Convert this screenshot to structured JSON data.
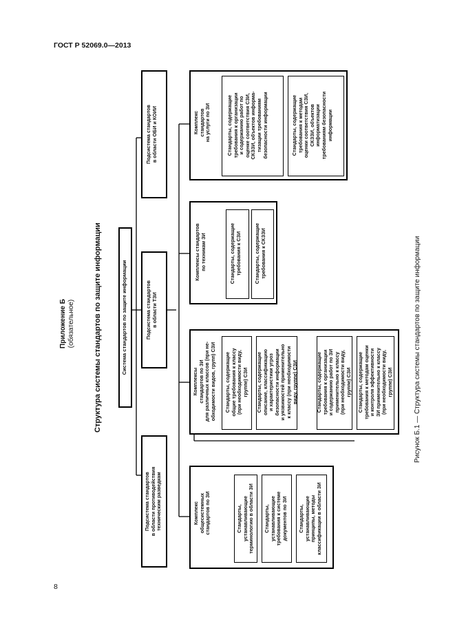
{
  "header": {
    "doc_id": "ГОСТ Р 52069.0—2013",
    "page_number": "8"
  },
  "appendix": {
    "label": "Приложение Б",
    "status": "(обязательное)"
  },
  "title": "Структура системы стандартов по защите информации",
  "root": "Система стандартов по защите информации",
  "subsystems": [
    "Подсистема стандартов\nв области противодействия\nтехническим разведкам",
    "Подсистема стандартов\nв области ТЗИ",
    "Подсистема стандартов\nв области ОБИ и КОИИ"
  ],
  "complexes": [
    "Комплекс\nобщесистемных\nстандартов по ЗИ",
    "Комплексы\nстандартов по ЗИ\nдля различных классов (при не-\nобходимости видов, групп) СЗИ",
    "Комплексы стандартов\nпо техникам ЗИ",
    "Комплекс\nстандартов\nна услуги по ЗИ"
  ],
  "general_standards": [
    "Стандарты,\nустанавливающие\nтерминологию в области ЗИ",
    "Стандарты,\nустанавливающие\nтребования к системе\nдокументов по ЗИ",
    "Стандарты,\nустанавливающие\nпринципы, методы\nклассификации в области ЗИ"
  ],
  "class_standards": [
    "Стандарты, содержащие\nобщие требования к классу\n(при необходимости виду,\nгруппе) СЗИ",
    "Стандарты, содержащие\nописание, классификацию\nи характеристики угроз\nбезопасности информации\nи уязвимостей применительно\nк классу (при необходимости\nвиду, группе) СЗИ",
    "Стандарты, содержащие\nтребования к организации\nи содержанию работ по ЗИ\nприменительно к классу\n(при необходимости виду,\nгруппе) СЗИ",
    "Стандарты, содержащие\nтребования к методам оценки\nи контроля эффективности\nЗИ применительно к классу\n(при необходимости виду,\nгруппе) СЗИ"
  ],
  "technique_standards": [
    "Стандарты, содержащие\nтребования к СЗИ",
    "Стандарты, содержащие\nтребования к СКЗЗИ"
  ],
  "service_standards": [
    "Стандарты, содержащие\nтребования к организации\nи содержанию работ по\nоценке соответствия СЗИ,\nСКЗЗИ, объектов информа-\nтизации требованиям\nбезопасности информации",
    "Стандарты, содержащие\nтребования к методам\nоценки соответствия СЗИ,\nСКЗЗИ, объектов\nинформатизации\nтребованиям безопасности\nинформации"
  ],
  "figure_caption": "Рисунок Б.1 — Структура системы стандартов по защите информации"
}
